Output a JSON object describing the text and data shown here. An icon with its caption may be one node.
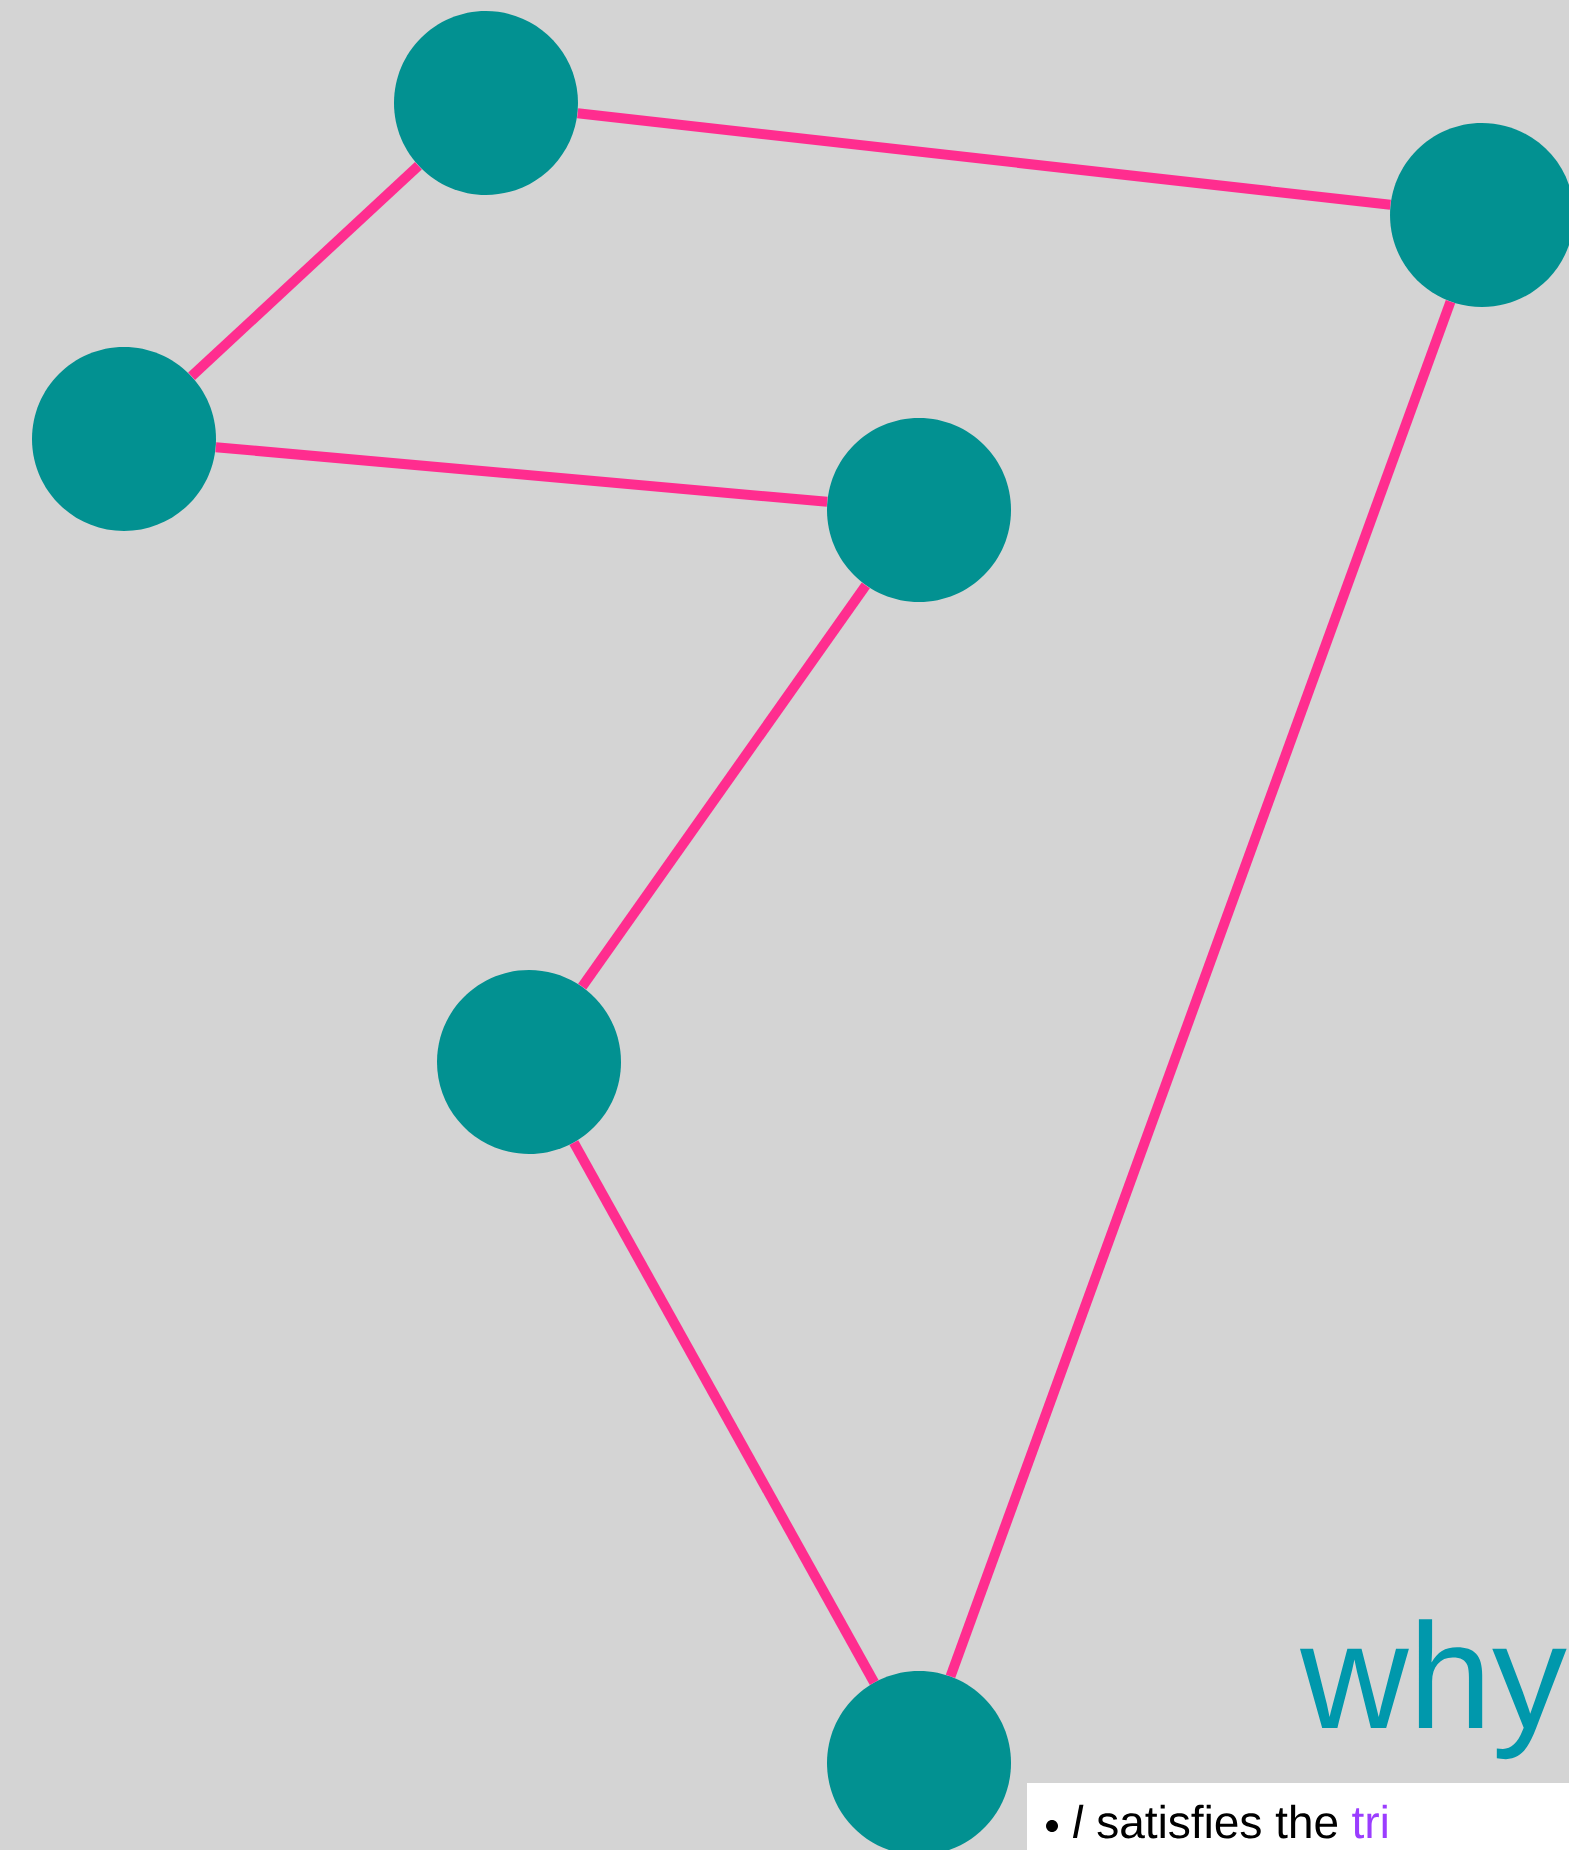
{
  "diagram": {
    "nodes": [
      {
        "text": [],
        "shape": "circle"
      },
      {
        "text": [],
        "shape": "circle"
      },
      {
        "text": [],
        "shape": "circle"
      },
      {
        "text": [],
        "shape": "circle"
      },
      {
        "text": [],
        "shape": "circle"
      },
      {
        "text": [],
        "shape": "circle"
      }
    ],
    "edges": [
      {
        "from": 0,
        "to": 2,
        "arrow": "none"
      },
      {
        "from": 0,
        "to": 1,
        "arrow": "none"
      },
      {
        "from": 2,
        "to": 3,
        "arrow": "none"
      },
      {
        "from": 3,
        "to": 4,
        "arrow": "none"
      },
      {
        "from": 4,
        "to": 5,
        "arrow": "none"
      },
      {
        "from": 1,
        "to": 5,
        "arrow": "none"
      }
    ],
    "labels": [
      "why",
      "*l* satisfies the",
      "tri"
    ]
  }
}
